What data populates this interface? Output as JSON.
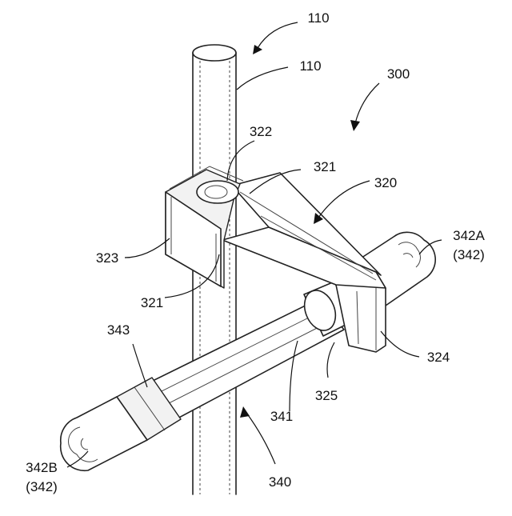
{
  "figure": {
    "labels": {
      "l110_top": "110",
      "l110": "110",
      "l300": "300",
      "l322": "322",
      "l321_top": "321",
      "l320": "320",
      "l342a": "342A",
      "l342a_sub": "(342)",
      "l323": "323",
      "l321_bottom": "321",
      "l343": "343",
      "l324": "324",
      "l325": "325",
      "l341": "341",
      "l342b": "342B",
      "l342b_sub": "(342)",
      "l340": "340"
    }
  }
}
